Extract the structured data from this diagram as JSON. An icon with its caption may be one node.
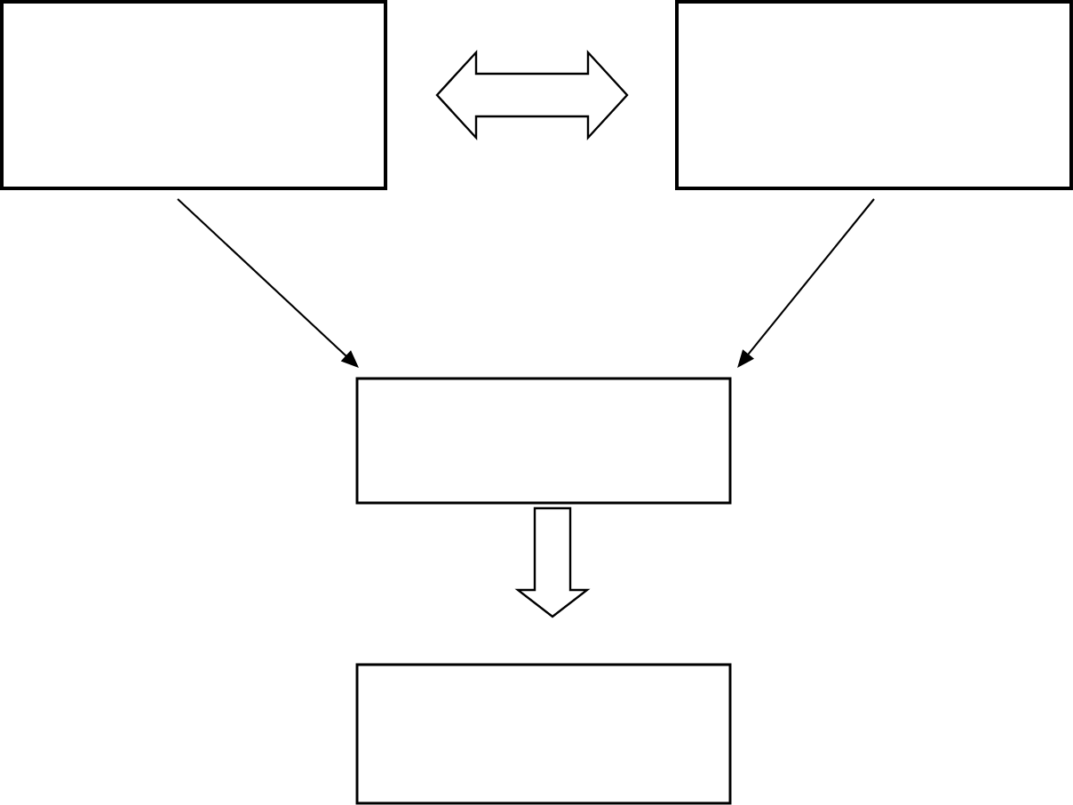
{
  "diagram": {
    "nodes": [
      {
        "text": [],
        "shape": "box"
      },
      {
        "text": [],
        "shape": "box"
      },
      {
        "text": [],
        "shape": "box"
      },
      {
        "text": [],
        "shape": "box"
      }
    ],
    "edges": [
      {
        "from": 0,
        "to": 1,
        "arrow": "both",
        "style": "thick"
      },
      {
        "from": 0,
        "to": 2,
        "arrow": "to"
      },
      {
        "from": 1,
        "to": 2,
        "arrow": "to"
      },
      {
        "from": 2,
        "to": 3,
        "arrow": "to",
        "style": "thick"
      }
    ]
  }
}
